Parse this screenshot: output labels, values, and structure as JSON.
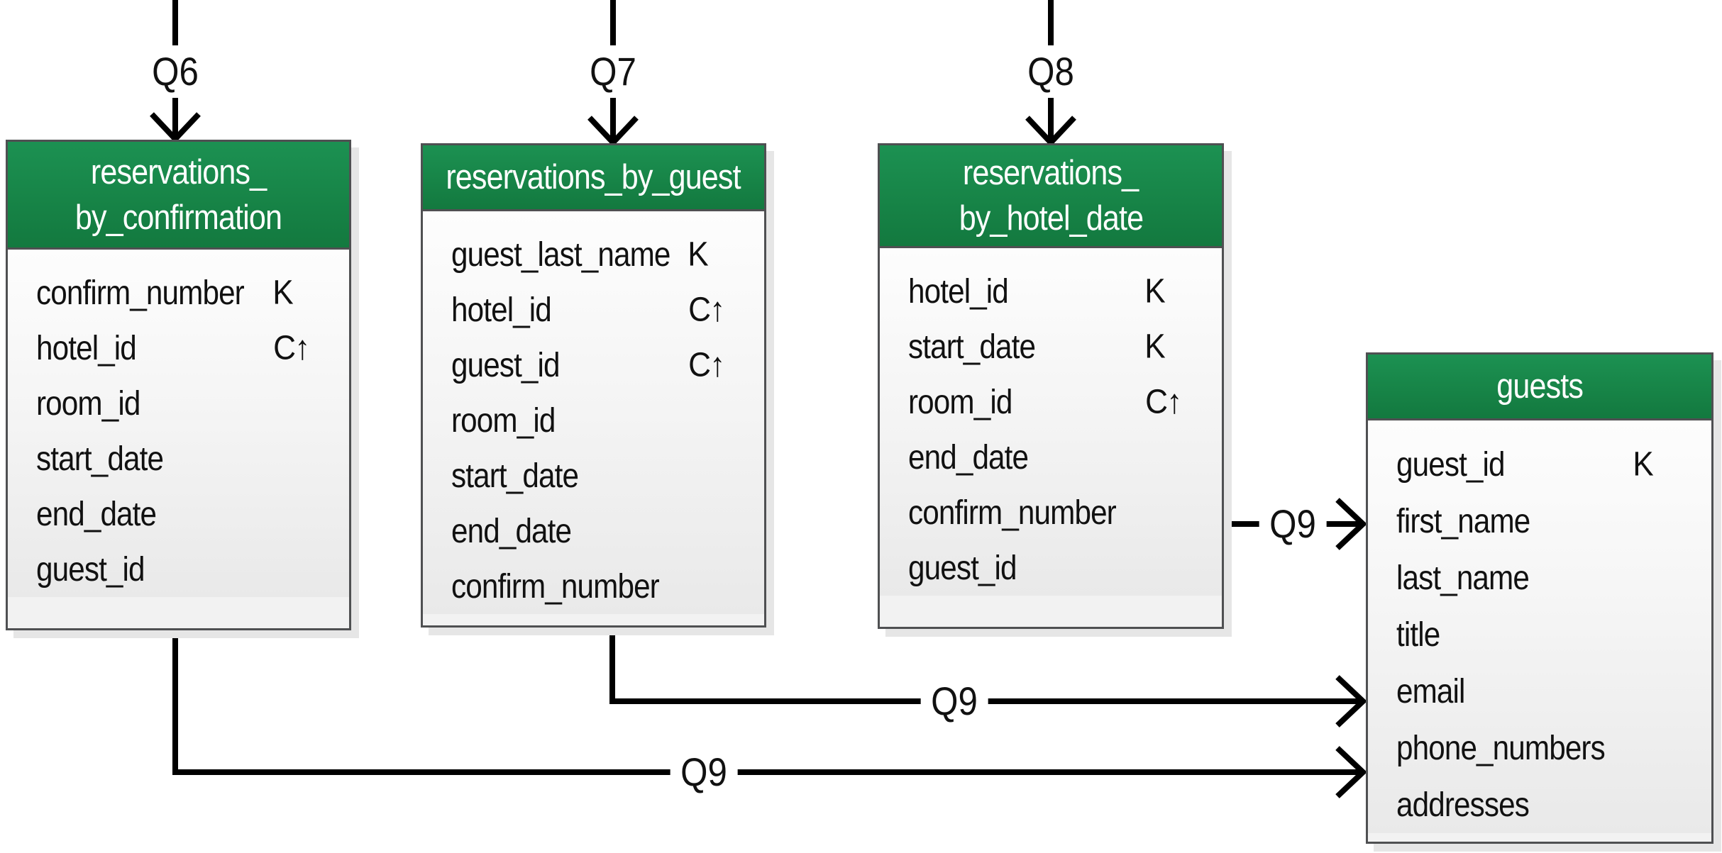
{
  "diagram": {
    "type": "database-schema-diagram",
    "colors": {
      "header_green": "#178447",
      "table_border": "#4f5052",
      "body_fill": "#f5f5f5",
      "connector": "#000000"
    },
    "queries": {
      "q6": "Q6",
      "q7": "Q7",
      "q8": "Q8",
      "q9_from_hotel_date": "Q9",
      "q9_from_guest": "Q9",
      "q9_from_confirmation": "Q9"
    },
    "tables": [
      {
        "name": "reservations_by_confirmation",
        "title_lines": [
          "reservations_",
          "by_confirmation"
        ],
        "fields": [
          {
            "name": "confirm_number",
            "key": "K"
          },
          {
            "name": "hotel_id",
            "key": "C↑"
          },
          {
            "name": "room_id",
            "key": ""
          },
          {
            "name": "start_date",
            "key": ""
          },
          {
            "name": "end_date",
            "key": ""
          },
          {
            "name": "guest_id",
            "key": ""
          }
        ]
      },
      {
        "name": "reservations_by_guest",
        "title_lines": [
          "reservations_by_guest"
        ],
        "fields": [
          {
            "name": "guest_last_name",
            "key": "K"
          },
          {
            "name": "hotel_id",
            "key": "C↑"
          },
          {
            "name": "guest_id",
            "key": "C↑"
          },
          {
            "name": "room_id",
            "key": ""
          },
          {
            "name": "start_date",
            "key": ""
          },
          {
            "name": "end_date",
            "key": ""
          },
          {
            "name": "confirm_number",
            "key": ""
          }
        ]
      },
      {
        "name": "reservations_by_hotel_date",
        "title_lines": [
          "reservations_",
          "by_hotel_date"
        ],
        "fields": [
          {
            "name": "hotel_id",
            "key": "K"
          },
          {
            "name": "start_date",
            "key": "K"
          },
          {
            "name": "room_id",
            "key": "C↑"
          },
          {
            "name": "end_date",
            "key": ""
          },
          {
            "name": "confirm_number",
            "key": ""
          },
          {
            "name": "guest_id",
            "key": ""
          }
        ]
      },
      {
        "name": "guests",
        "title_lines": [
          "guests"
        ],
        "fields": [
          {
            "name": "guest_id",
            "key": "K"
          },
          {
            "name": "first_name",
            "key": ""
          },
          {
            "name": "last_name",
            "key": ""
          },
          {
            "name": "title",
            "key": ""
          },
          {
            "name": "email",
            "key": ""
          },
          {
            "name": "phone_numbers",
            "key": ""
          },
          {
            "name": "addresses",
            "key": ""
          }
        ]
      }
    ]
  }
}
